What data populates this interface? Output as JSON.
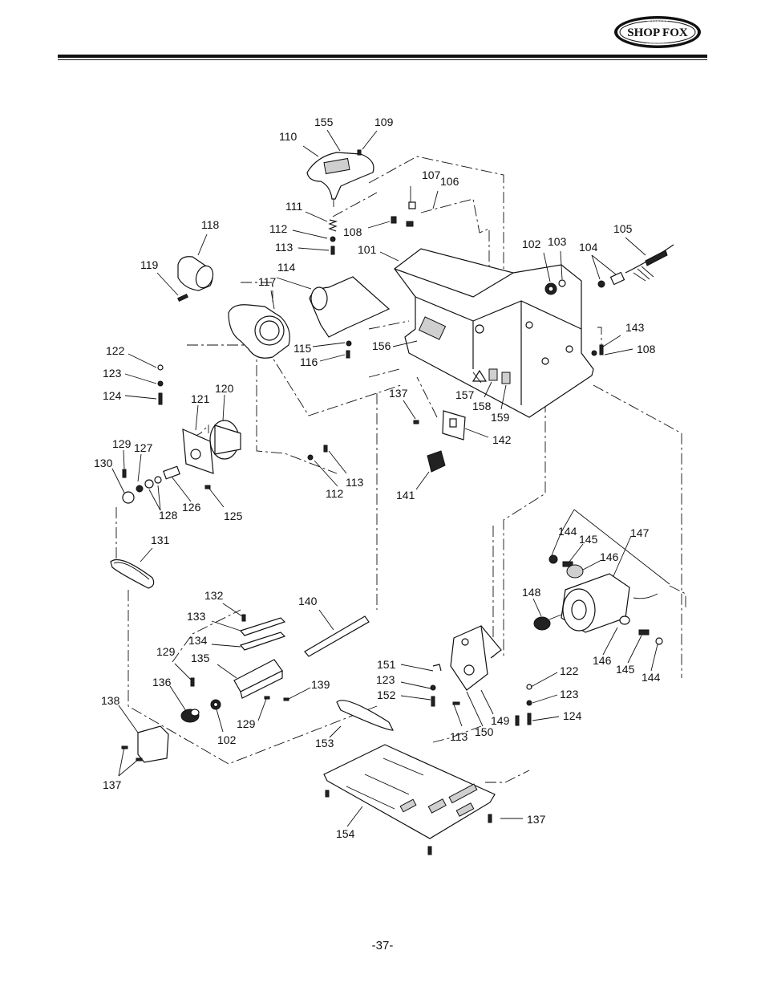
{
  "header": {
    "logo_text": "SHOP FOX",
    "logo_small_top": "WOODSTOCK",
    "logo_small_bottom": "INTERNATIONAL"
  },
  "callouts": {
    "c101": "101",
    "c102a": "102",
    "c102b": "102",
    "c103": "103",
    "c104": "104",
    "c105": "105",
    "c106": "106",
    "c107": "107",
    "c108a": "108",
    "c108b": "108",
    "c109": "109",
    "c110": "110",
    "c111": "111",
    "c112a": "112",
    "c112b": "112",
    "c113a": "113",
    "c113b": "113",
    "c113c": "113",
    "c114": "114",
    "c115": "115",
    "c116": "116",
    "c117": "117",
    "c118": "118",
    "c119": "119",
    "c120": "120",
    "c121": "121",
    "c122a": "122",
    "c122b": "122",
    "c123a": "123",
    "c123b": "123",
    "c123c": "123",
    "c124a": "124",
    "c124b": "124",
    "c125": "125",
    "c126": "126",
    "c127": "127",
    "c128": "128",
    "c129a": "129",
    "c129b": "129",
    "c129c": "129",
    "c130": "130",
    "c131": "131",
    "c132": "132",
    "c133": "133",
    "c134": "134",
    "c135": "135",
    "c136": "136",
    "c137a": "137",
    "c137b": "137",
    "c137c": "137",
    "c138": "138",
    "c139": "139",
    "c140": "140",
    "c141": "141",
    "c142": "142",
    "c143": "143",
    "c144a": "144",
    "c144b": "144",
    "c145a": "145",
    "c145b": "145",
    "c146a": "146",
    "c146b": "146",
    "c147": "147",
    "c148": "148",
    "c149": "149",
    "c150": "150",
    "c151": "151",
    "c152": "152",
    "c153": "153",
    "c154": "154",
    "c155": "155",
    "c156": "156",
    "c157": "157",
    "c158": "158",
    "c159": "159"
  },
  "footer": {
    "page_number": "-37-"
  }
}
